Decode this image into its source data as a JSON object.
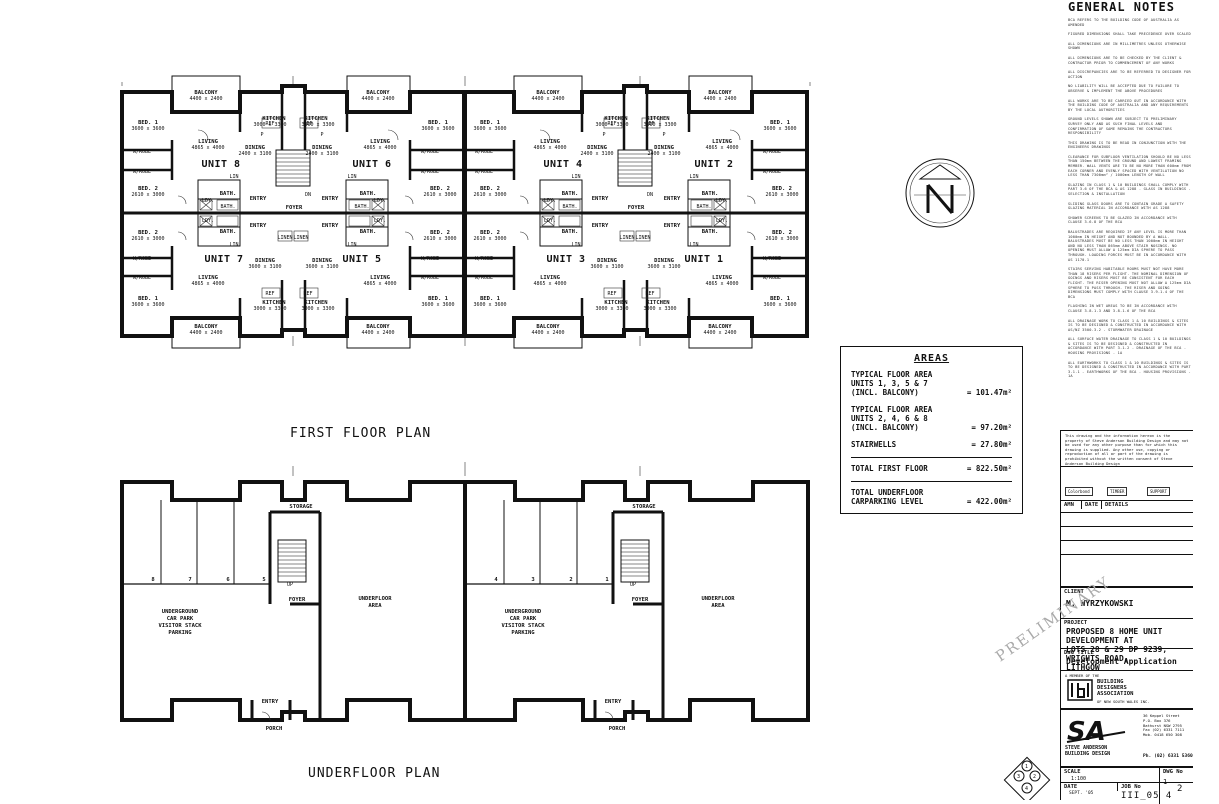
{
  "plans": {
    "first_floor_title": "FIRST FLOOR PLAN",
    "underfloor_title": "UNDERFLOOR PLAN"
  },
  "rooms": {
    "balcony": "BALCONY",
    "balcony_dim": "4400 x 2400",
    "kitchen": "KITCHEN",
    "kitchen_dim": "3000 x 3300",
    "bed1": "BED. 1",
    "bed1_dim": "3600 x 3600",
    "bed2": "BED. 2",
    "bed2_dim": "2610 x 3000",
    "living": "LIVING",
    "living_dim": "4865 x 4000",
    "dining": "DINING",
    "dining_dim": "3600 x 3100",
    "dining_dim2": "2400 x 3100",
    "bath": "BATH.",
    "robe": "W/ROBE",
    "ldy": "LDY.",
    "entry": "ENTRY",
    "foyer": "FOYER",
    "linen": "LINEN",
    "lin": "LIN",
    "ref": "REF",
    "pan": "P",
    "dn": "DN",
    "up": "UP"
  },
  "units": [
    "UNIT 8",
    "UNIT 6",
    "UNIT 7",
    "UNIT 5",
    "UNIT 4",
    "UNIT 2",
    "UNIT 3",
    "UNIT 1"
  ],
  "underfloor": {
    "storage": "STORAGE",
    "carpark": "UNDERGROUND\nCAR PARK\nVISITOR STACK\nPARKING",
    "area": "UNDERFLOOR\nAREA",
    "foyer": "FOYER",
    "entry": "ENTRY",
    "porch": "PORCH",
    "up": "UP",
    "bays_left": [
      "8",
      "7",
      "6",
      "5"
    ],
    "bays_right": [
      "4",
      "3",
      "2",
      "1"
    ]
  },
  "areas": {
    "heading": "AREAS",
    "rows": [
      {
        "label": "TYPICAL FLOOR AREA\nUNITS 1, 3, 5 & 7\n(INCL. BALCONY)",
        "value": "= 101.47m²"
      },
      {
        "label": "TYPICAL FLOOR AREA\nUNITS 2, 4, 6 & 8\n(INCL. BALCONY)",
        "value": "= 97.20m²"
      },
      {
        "label": "STAIRWELLS",
        "value": "= 27.80m²"
      },
      {
        "label": "TOTAL FIRST FLOOR",
        "value": "= 822.50m²"
      },
      {
        "label": "TOTAL UNDERFLOOR\nCARPARKING LEVEL",
        "value": "= 422.00m²"
      }
    ]
  },
  "notes": {
    "heading": "GENERAL NOTES",
    "items": [
      "BCA REFERS TO THE BUILDING CODE OF AUSTRALIA AS AMENDED",
      "FIGURED DIMENSIONS SHALL TAKE PRECEDENCE OVER SCALED",
      "ALL DIMENSIONS ARE IN MILLIMETRES UNLESS OTHERWISE SHOWN",
      "ALL DIMENSIONS ARE TO BE CHECKED BY THE CLIENT & CONTRACTOR PRIOR TO COMMENCEMENT OF ANY WORKS",
      "ALL DISCREPANCIES ARE TO BE REFERRED TO DESIGNER FOR ACTION",
      "NO LIABILITY WILL BE ACCEPTED DUE TO FAILURE TO OBSERVE & IMPLEMENT THE ABOVE PROCEDURES",
      "ALL WORKS ARE TO BE CARRIED OUT IN ACCORDANCE WITH THE BUILDING CODE OF AUSTRALIA AND ANY REQUIREMENTS BY THE LOCAL AUTHORITIES",
      "GROUND LEVELS SHOWN ARE SUBJECT TO PRELIMINARY SURVEY ONLY AND AS SUCH FINAL LEVELS AND CONFIRMATION OF SAME REMAINS THE CONTRACTORS RESPONSIBILITY",
      "THIS DRAWING IS TO BE READ IN CONJUNCTION WITH THE ENGINEERS DRAWINGS",
      "CLEARANCE FOR SUBFLOOR VENTILATION SHOULD BE NO LESS THAN 150mm BETWEEN THE GROUND AND LOWEST FRAMING MEMBER. WALL VENTS ARE TO BE NO MORE THAN 600mm FROM EACH CORNER AND EVENLY SPACED WITH VENTILATION NO LESS THAN 7300mm² / 1000mm LENGTH OF WALL",
      "GLAZING IN CLASS 1 & 10 BUILDINGS SHALL COMPLY WITH PART 3.6 OF THE BCA & AS 1288 - GLASS IN BUILDINGS - SELECTION & INSTALLATION",
      "SLIDING GLASS DOORS ARE TO CONTAIN GRADE A SAFETY GLAZING MATERIAL IN ACCORDANCE WITH AS 1288",
      "SHOWER SCREENS TO BE GLAZED IN ACCORDANCE WITH CLAUSE 3.6.8 OF THE BCA",
      "BALUSTRADES ARE REQUIRED IF ANY LEVEL IS MORE THAN 1000mm IN HEIGHT AND NOT BOUNDED BY A WALL. BALUSTRADES MUST BE NO LESS THAN 1000mm IN HEIGHT AND NO LESS THAN 865mm ABOVE STAIR NOSINGS. NO OPENING MUST ALLOW A 125mm DIA SPHERE TO PASS THROUGH. LOADING FORCES MUST BE IN ACCORDANCE WITH AS 1170.1",
      "STAIRS SERVING HABITABLE ROOMS MUST NOT HAVE MORE THAN 18 RISERS PER FLIGHT. THE NOMINAL DIMENSION OF GOINGS AND RISERS MUST BE CONSISTENT FOR EACH FLIGHT. THE RISER OPENING MUST NOT ALLOW A 125mm DIA SPHERE TO PASS THROUGH. THE RISER AND GOING DIMENSIONS MUST COMPLY WITH CLAUSE 3.9.1.4 OF THE BCA",
      "FLASHING IN WET AREAS TO BE IN ACCORDANCE WITH CLAUSE 3.8.1.3 AND 3.8.1.6 OF THE BCA",
      "ALL DRAINAGE WORK TO CLASS 1 & 10 BUILDINGS & SITES IS TO BE DESIGNED & CONSTRUCTED IN ACCORDANCE WITH AS/NZ 3500.3.2 - STORMWATER DRAINAGE",
      "ALL SURFACE WATER DRAINAGE TO CLASS 1 & 10 BUILDINGS & SITES IS TO BE DESIGNED & CONSTRUCTED IN ACCORDANCE WITH PART 3.1.2 - DRAINAGE OF THE BCA - HOUSING PROVISIONS - 1A",
      "ALL EARTHWORKS TO CLASS 1 & 10 BUILDINGS & SITES IS TO BE DESIGNED & CONSTRUCTED IN ACCORDANCE WITH PART 3.1.1 - EARTHWORKS OF THE BCA - HOUSING PROVISIONS - 1A"
    ]
  },
  "titleblock": {
    "disclaimer": "This drawing and the information hereon is the property of Steve Anderson Building Design and may not be used for any other purpose than for which this drawing is supplied. Any other use, copying or reproduction of all or part of the drawing is prohibited without the written consent of Steve Anderson Building Design",
    "stamps": [
      "Colorbond",
      "TIMBER",
      "SUPPORT"
    ],
    "amn": "AMN",
    "date": "DATE",
    "details": "DETAILS",
    "client_label": "CLIENT",
    "client": "M. WYRZYKOWSKI",
    "project_label": "PROJECT",
    "project": "PROPOSED 8 HOME UNIT\nDEVELOPMENT AT\nLOTS 28 & 29 DP 9239,\nWRIGHTS ROAD,\nLITHGOW",
    "dwg_title_label": "DWG TITLE",
    "dwg_title": "Development Application",
    "assoc_pre": "A MEMBER OF THE",
    "assoc": "BUILDING\nDESIGNERS\nASSOCIATION",
    "assoc_post": "OF NEW SOUTH WALES INC.",
    "firm_logo": "SA",
    "firm": "STEVE ANDERSON\nBUILDING DESIGN",
    "address": "36 Keppel Street\nP.O. Box 376\nBathurst NSW 2795\nFax (02) 6331 7111\nMob. 0418 650 308",
    "phone": "Ph. (02) 6331 5360",
    "scale_label": "SCALE",
    "scale": "1:100",
    "dwg_no_label": "DWG No",
    "dwg_no": "1",
    "of": "2",
    "date_label": "DATE",
    "date_val": "SEPT. '05",
    "job_label": "JOB No",
    "job": "III_05 4"
  },
  "watermark": "PRELIMINARY"
}
